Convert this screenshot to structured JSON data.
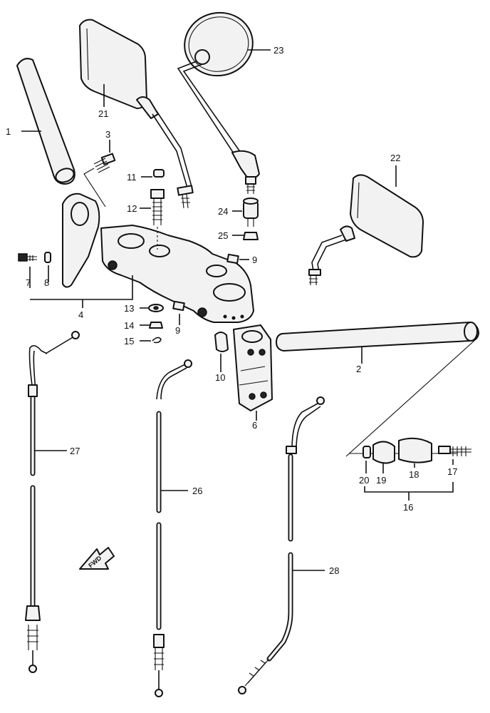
{
  "callouts": {
    "c1": "1",
    "c2": "2",
    "c3": "3",
    "c4": "4",
    "c6": "6",
    "c7": "7",
    "c8": "8",
    "c9a": "9",
    "c9b": "9",
    "c10": "10",
    "c11": "11",
    "c12": "12",
    "c13": "13",
    "c14": "14",
    "c15": "15",
    "c16": "16",
    "c17": "17",
    "c18": "18",
    "c19": "19",
    "c20": "20",
    "c21": "21",
    "c22": "22",
    "c23": "23",
    "c24": "24",
    "c25": "25",
    "c26": "26",
    "c27": "27",
    "c28": "28"
  },
  "fwd_arrow": {
    "label": "FWD"
  }
}
